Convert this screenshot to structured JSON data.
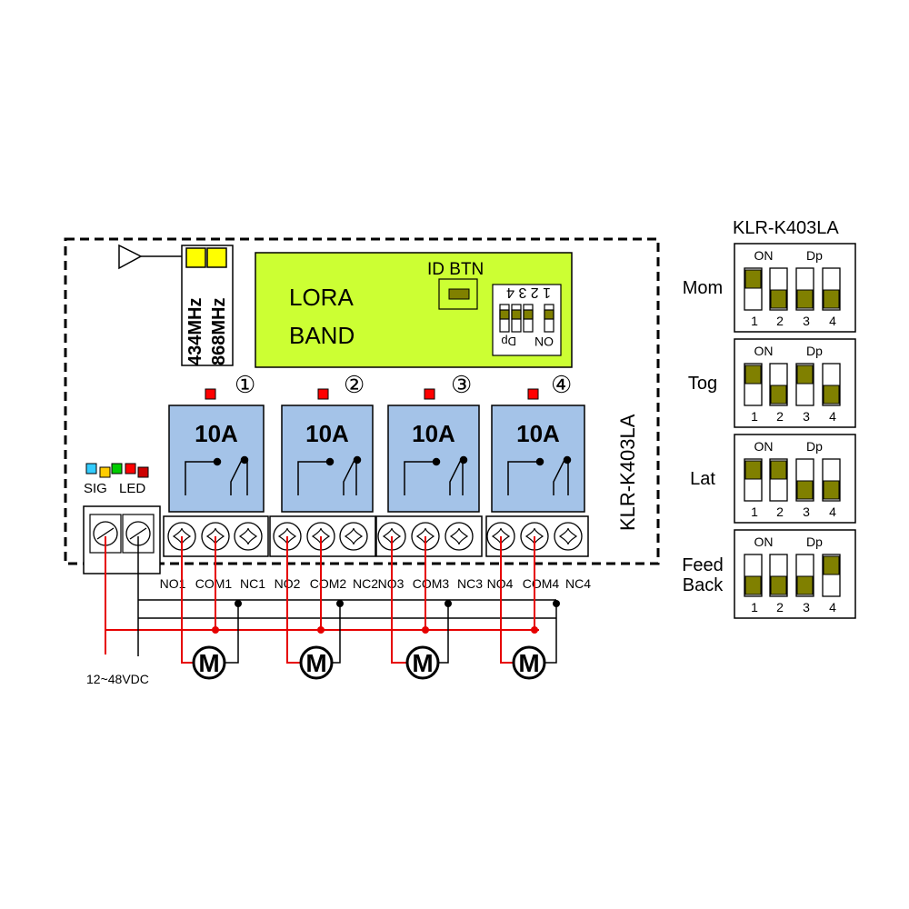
{
  "board": {
    "model_vertical": "KLR-K403LA",
    "freq_434": "434MHz",
    "freq_868": "868MHz",
    "lora_line1": "LORA",
    "lora_line2": "BAND",
    "id_btn": "ID BTN",
    "dip_numbers": "1 2 3 4",
    "dip_on": "ON",
    "dip_dp": "Dp",
    "sig": "SIG",
    "led": "LED",
    "power": "12~48VDC",
    "motor": "M"
  },
  "relays": [
    {
      "num": "①",
      "rating": "10A",
      "no": "NO1",
      "com": "COM1",
      "nc": "NC1"
    },
    {
      "num": "②",
      "rating": "10A",
      "no": "NO2",
      "com": "COM2",
      "nc": "NC2"
    },
    {
      "num": "③",
      "rating": "10A",
      "no": "NO3",
      "com": "COM3",
      "nc": "NC3"
    },
    {
      "num": "④",
      "rating": "10A",
      "no": "NO4",
      "com": "COM4",
      "nc": "NC4"
    }
  ],
  "colors": {
    "lora_panel": "#ccff33",
    "relay": "#a4c3e8",
    "wire_red": "#e60000",
    "dip_fill": "#808000",
    "freq_yellow": "#ffff00",
    "led_colors": [
      "#33ccff",
      "#ffcc00",
      "#00cc00",
      "#ff0000",
      "#cc0000"
    ]
  },
  "modes_panel": {
    "title": "KLR-K403LA",
    "on_label": "ON",
    "dp_label": "Dp",
    "switch_numbers": [
      "1",
      "2",
      "3",
      "4"
    ],
    "modes": [
      {
        "name_lines": [
          "Mom"
        ],
        "switches": [
          "on",
          "off",
          "off",
          "off"
        ]
      },
      {
        "name_lines": [
          "Tog"
        ],
        "switches": [
          "on",
          "off",
          "on",
          "off"
        ]
      },
      {
        "name_lines": [
          "Lat"
        ],
        "switches": [
          "on",
          "on",
          "off",
          "off"
        ]
      },
      {
        "name_lines": [
          "Feed",
          "Back"
        ],
        "switches": [
          "off",
          "off",
          "off",
          "on"
        ]
      }
    ]
  }
}
